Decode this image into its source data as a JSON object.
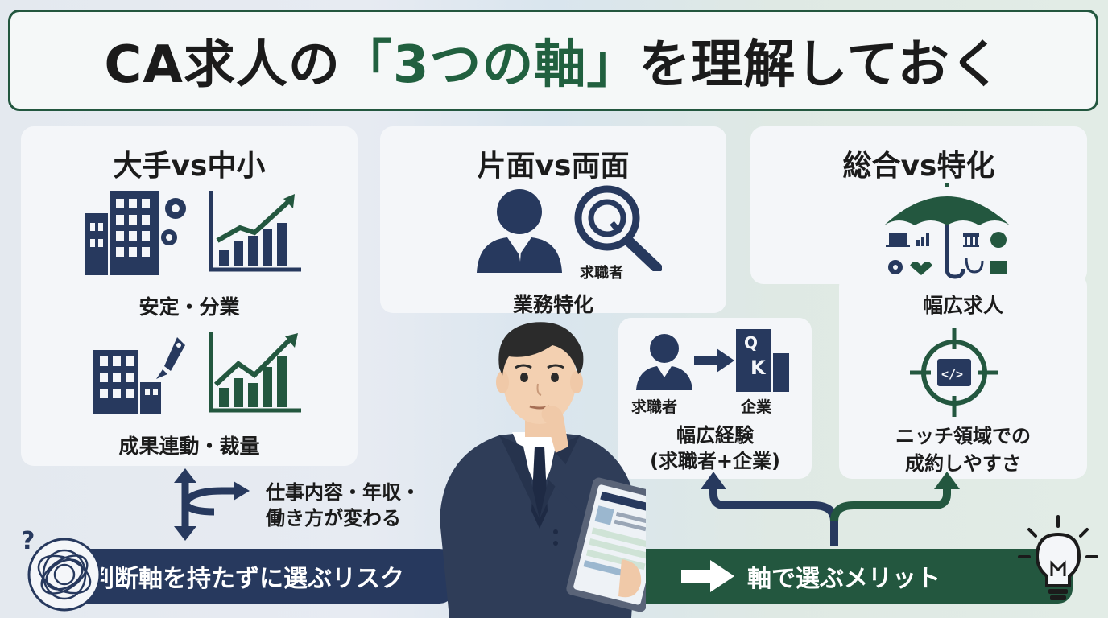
{
  "title": {
    "pre": "CA求人の",
    "accent": "「3つの軸」",
    "post": "を理解しておく"
  },
  "panels": [
    {
      "heading": "大手vs中小",
      "label_top": "安定・分業",
      "label_bottom": "成果連動・裁量"
    },
    {
      "heading": "片面vs両面",
      "label_top": "業務特化",
      "icon_caption": "求職者",
      "flow_left": "求職者",
      "flow_right": "企業",
      "label_bottom_1": "幅広経験",
      "label_bottom_2": "(求職者+企業)"
    },
    {
      "heading": "総合vs特化",
      "label_top": "幅広求人",
      "label_bottom_1": "ニッチ領域での",
      "label_bottom_2": "成約しやすさ"
    }
  ],
  "change_note": {
    "line1": "仕事内容・年収・",
    "line2": "働き方が変わる"
  },
  "risk_bar": {
    "label": "判断軸を持たずに選ぶリスク"
  },
  "merit_bar": {
    "label": "軸で選ぶメリット"
  },
  "colors": {
    "navy": "#27395e",
    "green": "#23573f",
    "panel": "#f4f6f9"
  }
}
